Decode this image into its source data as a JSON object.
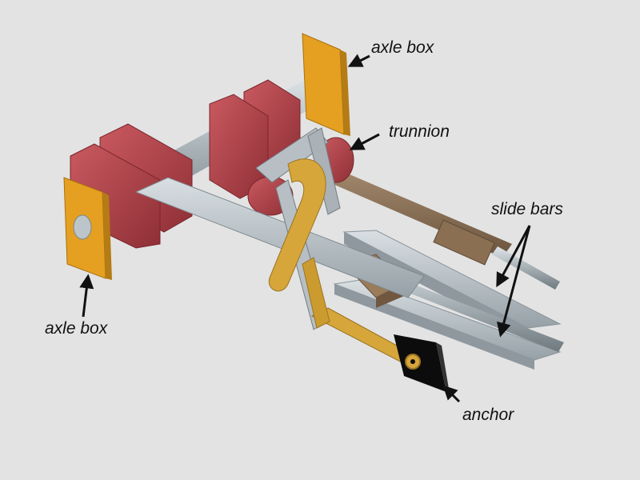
{
  "labels": {
    "axle_box_top": "axle box",
    "trunnion": "trunnion",
    "slide_bars": "slide bars",
    "axle_box_bottom": "axle box",
    "anchor": "anchor"
  },
  "colors": {
    "background": "#e3e3e3",
    "axle_box": "#e5a021",
    "crank": "#b3434a",
    "axle": "#a9b3b8",
    "link": "#d7a63a",
    "rod": "#8a7258",
    "slide_bar": "#b8c1c6",
    "anchor": "#0c0c0c"
  }
}
